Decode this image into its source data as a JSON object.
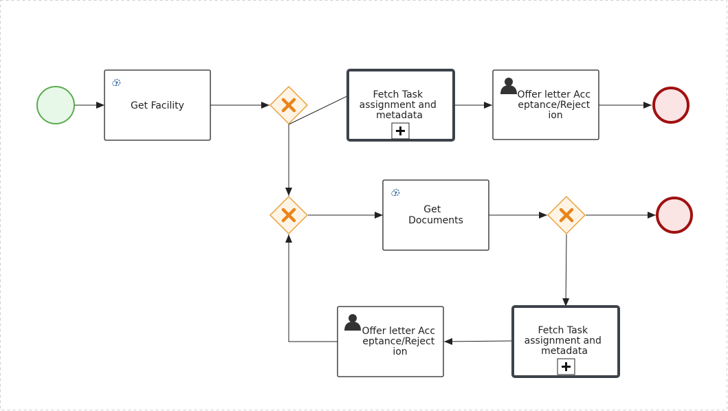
{
  "diagram": {
    "tasks": {
      "get_facility": {
        "lines": [
          "Get Facility"
        ]
      },
      "fetch_task_top": {
        "lines": [
          "Fetch Task",
          "assignment and",
          "metadata"
        ]
      },
      "offer_top": {
        "lines": [
          "Offer letter Acc",
          "eptance/Reject",
          "ion"
        ]
      },
      "get_documents": {
        "lines": [
          "Get",
          "Documents"
        ]
      },
      "fetch_task_bottom": {
        "lines": [
          "Fetch Task",
          "assignment and",
          "metadata"
        ]
      },
      "offer_bottom": {
        "lines": [
          "Offer letter Acc",
          "eptance/Reject",
          "ion"
        ]
      }
    },
    "colors": {
      "start_event_fill": "#e8f8e8",
      "start_event_stroke": "#5aaa4f",
      "end_event_fill": "#fbe4e4",
      "end_event_stroke": "#a01010",
      "gateway_fill": "#fff4e4",
      "gateway_stroke": "#e8a040",
      "gateway_marker": "#e8851c",
      "task_stroke": "#222222",
      "subprocess_stroke": "#3d434a",
      "flow_stroke": "#222222"
    },
    "icons": {
      "service_task": "service-task-icon",
      "user_task": "user-task-icon",
      "subprocess_marker": "plus-icon"
    }
  }
}
